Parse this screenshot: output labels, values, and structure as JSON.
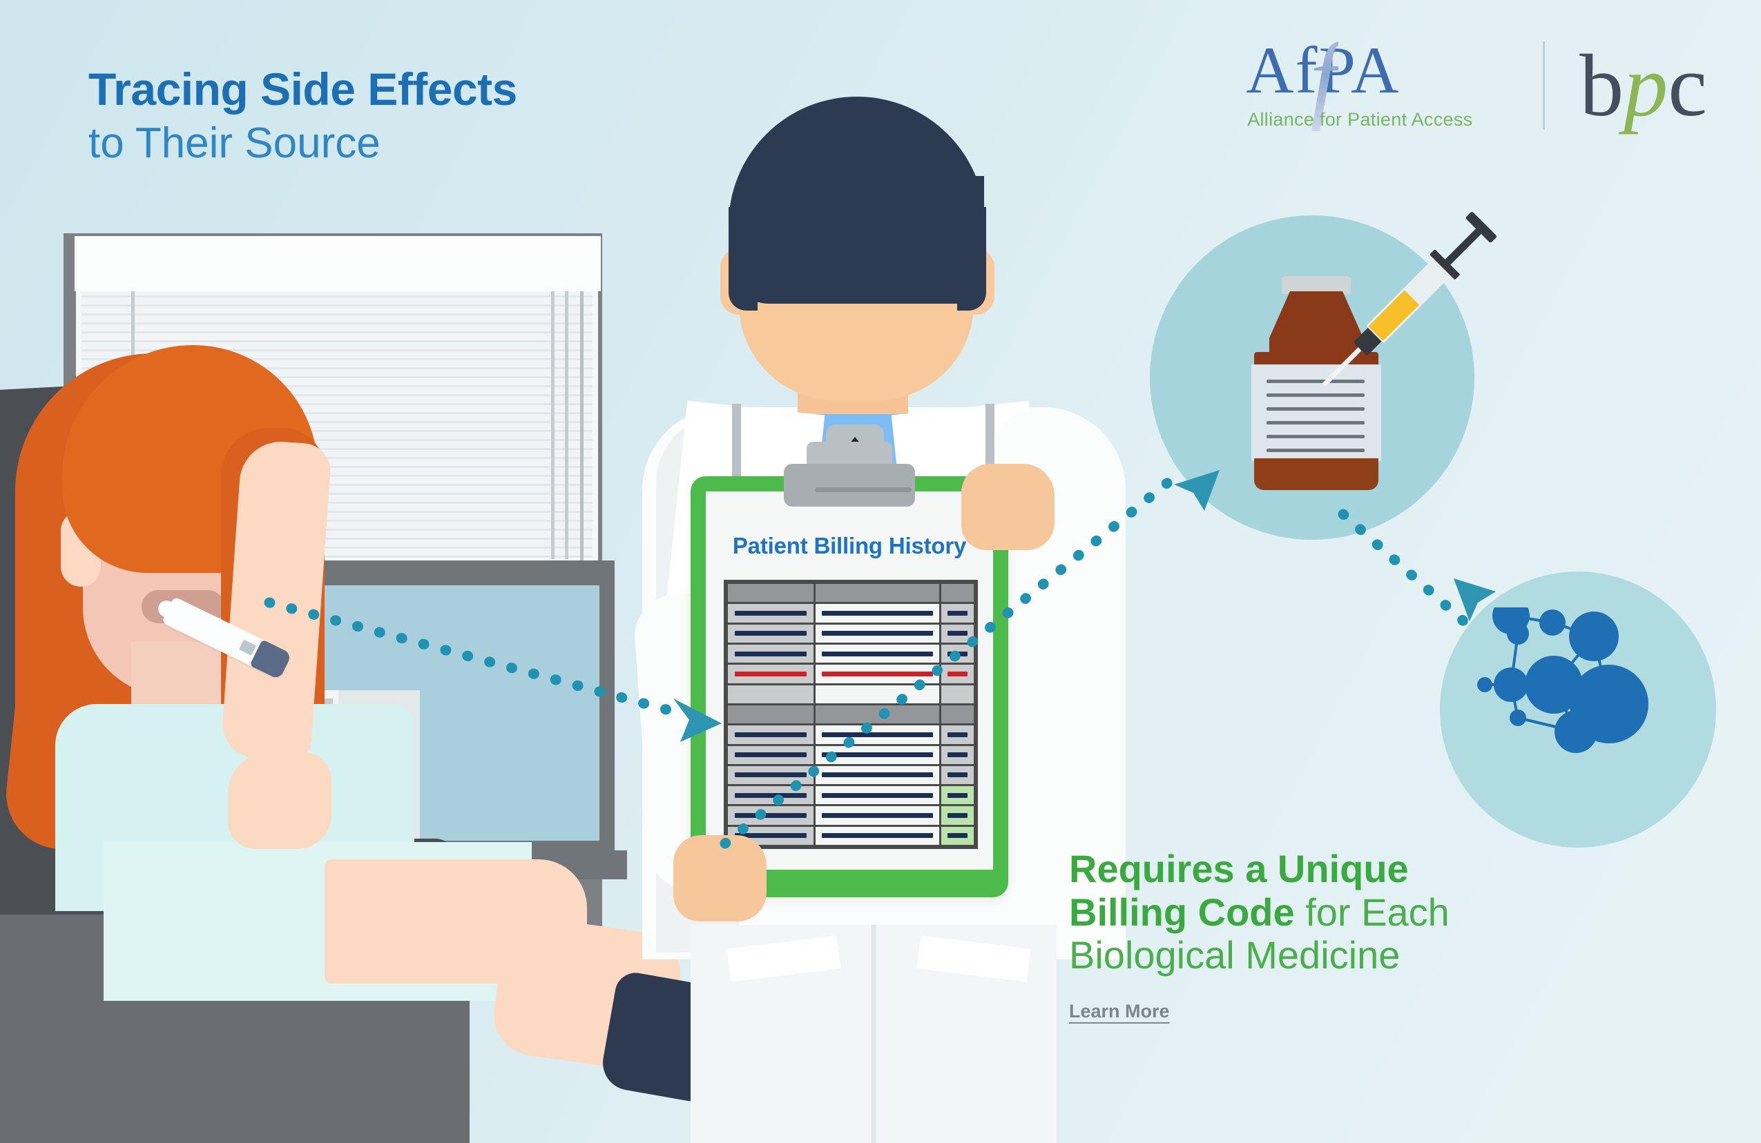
{
  "headline": {
    "line1": "Tracing Side Effects",
    "line2": "to Their Source"
  },
  "logos": {
    "afpa_word": "AfPA",
    "afpa_f": "f",
    "afpa_tagline": "Alliance    for Patient Access",
    "bpc_b": "b",
    "bpc_p": "p",
    "bpc_c": "c"
  },
  "clipboard": {
    "title": "Patient Billing History",
    "table": {
      "rows": [
        {
          "type": "header",
          "cells": [
            "",
            "",
            ""
          ]
        },
        {
          "type": "data",
          "accent": "navy",
          "cells": [
            "",
            "",
            ""
          ]
        },
        {
          "type": "data",
          "accent": "navy",
          "cells": [
            "",
            "",
            ""
          ]
        },
        {
          "type": "data",
          "accent": "navy",
          "cells": [
            "",
            "",
            ""
          ]
        },
        {
          "type": "data",
          "accent": "red",
          "cells": [
            "",
            "",
            ""
          ]
        },
        {
          "type": "blank",
          "accent": "none",
          "cells": [
            "",
            "",
            ""
          ]
        },
        {
          "type": "header",
          "accent": "none",
          "cells": [
            "",
            "",
            ""
          ]
        },
        {
          "type": "data",
          "accent": "navy",
          "cells": [
            "",
            "",
            ""
          ]
        },
        {
          "type": "data",
          "accent": "navy",
          "cells": [
            "",
            "",
            ""
          ]
        },
        {
          "type": "data",
          "accent": "navy",
          "cells": [
            "",
            "",
            ""
          ]
        },
        {
          "type": "data",
          "accent": "navy",
          "highlight": "green",
          "cells": [
            "",
            "",
            ""
          ]
        },
        {
          "type": "data",
          "accent": "navy",
          "highlight": "green",
          "cells": [
            "",
            "",
            ""
          ]
        },
        {
          "type": "data",
          "accent": "navy",
          "highlight": "green",
          "cells": [
            "",
            "",
            ""
          ]
        }
      ]
    }
  },
  "right_text": {
    "line1": "Requires a Unique",
    "line2_bold": "Billing Code",
    "line2_rest": " for Each",
    "line3": "Biological Medicine",
    "learn_more": "Learn More"
  },
  "icons": {
    "medicine_bottle": "medicine-bottle-icon",
    "syringe": "syringe-icon",
    "molecule": "molecule-icon",
    "thermometer": "thermometer-icon",
    "stethoscope": "stethoscope-icon",
    "clipboard": "clipboard-icon",
    "arrow_patient_to_clipboard": "dotted-arrow-icon",
    "arrow_clipboard_to_medicine": "dotted-arrow-icon",
    "arrow_medicine_to_molecule": "dotted-arrow-icon"
  },
  "colors": {
    "background_start": "#cfe6ee",
    "background_end": "#e7f2f4",
    "headline_bold": "#1d6fb4",
    "headline_light": "#2f86c4",
    "green_accent": "#3aa93f",
    "green_light": "#4aae4c",
    "clipboard_green": "#4cbb4c",
    "arrow_teal": "#1f93b1",
    "circle_teal": "#a5d4dd",
    "afpa_blue": "#3d6cb0",
    "afpa_green": "#7ab563",
    "bpc_dark": "#444f5e",
    "bpc_green": "#8cb655",
    "table_red": "#cf2027",
    "table_navy": "#1b2f55",
    "learn_more_gray": "#7c858c",
    "hair_orange": "#d9601f",
    "hair_navy": "#2c3a52",
    "skin": "#f8c99a",
    "bottle_brown": "#8a3a18",
    "syringe_yellow": "#f7c028",
    "molecule_blue": "#1f6fb5"
  }
}
